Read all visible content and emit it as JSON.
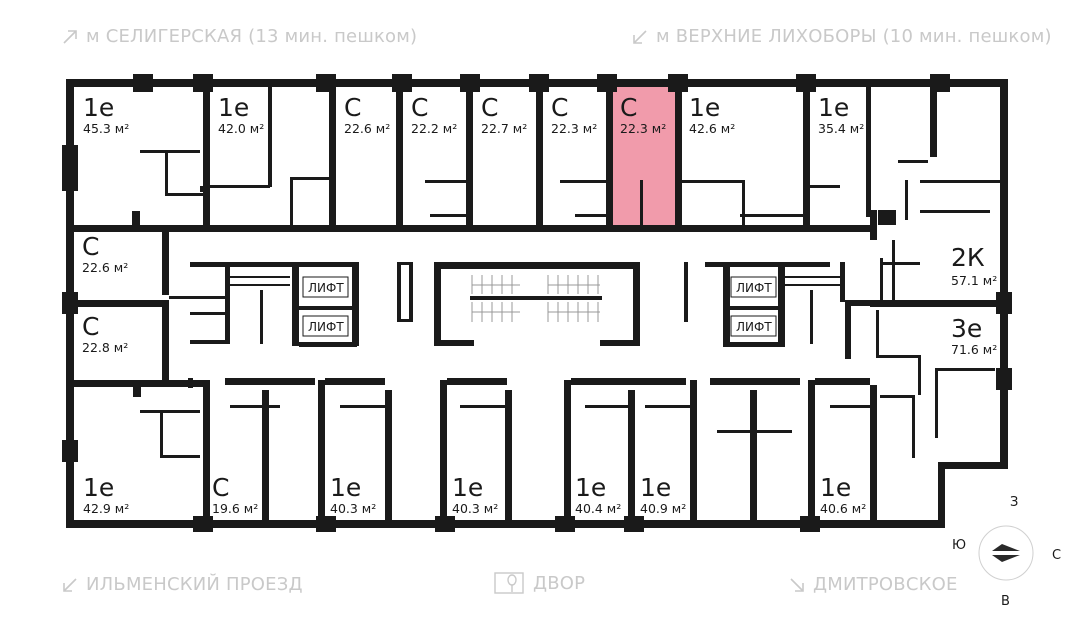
{
  "landmarks": {
    "top_left": "м СЕЛИГЕРСКАЯ (13 мин. пешком)",
    "top_right": "м ВЕРХНИЕ ЛИХОБОРЫ (10 мин. пешком)",
    "bottom_left": "ИЛЬМЕНСКИЙ ПРОЕЗД",
    "bottom_center": "ДВОР",
    "bottom_right": "ДМИТРОВСКОЕ"
  },
  "apartments": [
    {
      "type": "1е",
      "area": "45.3 м²"
    },
    {
      "type": "1е",
      "area": "42.0 м²"
    },
    {
      "type": "С",
      "area": "22.6 м²"
    },
    {
      "type": "С",
      "area": "22.2 м²"
    },
    {
      "type": "С",
      "area": "22.7 м²"
    },
    {
      "type": "С",
      "area": "22.3 м²"
    },
    {
      "type": "С",
      "area": "22.3 м²",
      "highlighted": true
    },
    {
      "type": "1е",
      "area": "42.6 м²"
    },
    {
      "type": "1е",
      "area": "35.4 м²"
    },
    {
      "type": "С",
      "area": "22.6 м²"
    },
    {
      "type": "С",
      "area": "22.8 м²"
    },
    {
      "type": "2К",
      "area": "57.1 м²"
    },
    {
      "type": "3е",
      "area": "71.6 м²"
    },
    {
      "type": "1е",
      "area": "42.9 м²"
    },
    {
      "type": "С",
      "area": "19.6 м²"
    },
    {
      "type": "1е",
      "area": "40.3 м²"
    },
    {
      "type": "1е",
      "area": "40.3 м²"
    },
    {
      "type": "1е",
      "area": "40.4 м²"
    },
    {
      "type": "1е",
      "area": "40.9 м²"
    },
    {
      "type": "1е",
      "area": "40.6 м²"
    }
  ],
  "lifts": [
    "ЛИФТ",
    "ЛИФТ",
    "ЛИФТ",
    "ЛИФТ"
  ],
  "compass": {
    "west": "З",
    "east": "С",
    "south": "Ю",
    "north": "В"
  },
  "colors": {
    "highlight": "#f19bab",
    "wall": "#1a1a1a",
    "landmark": "#c9c9c9"
  }
}
